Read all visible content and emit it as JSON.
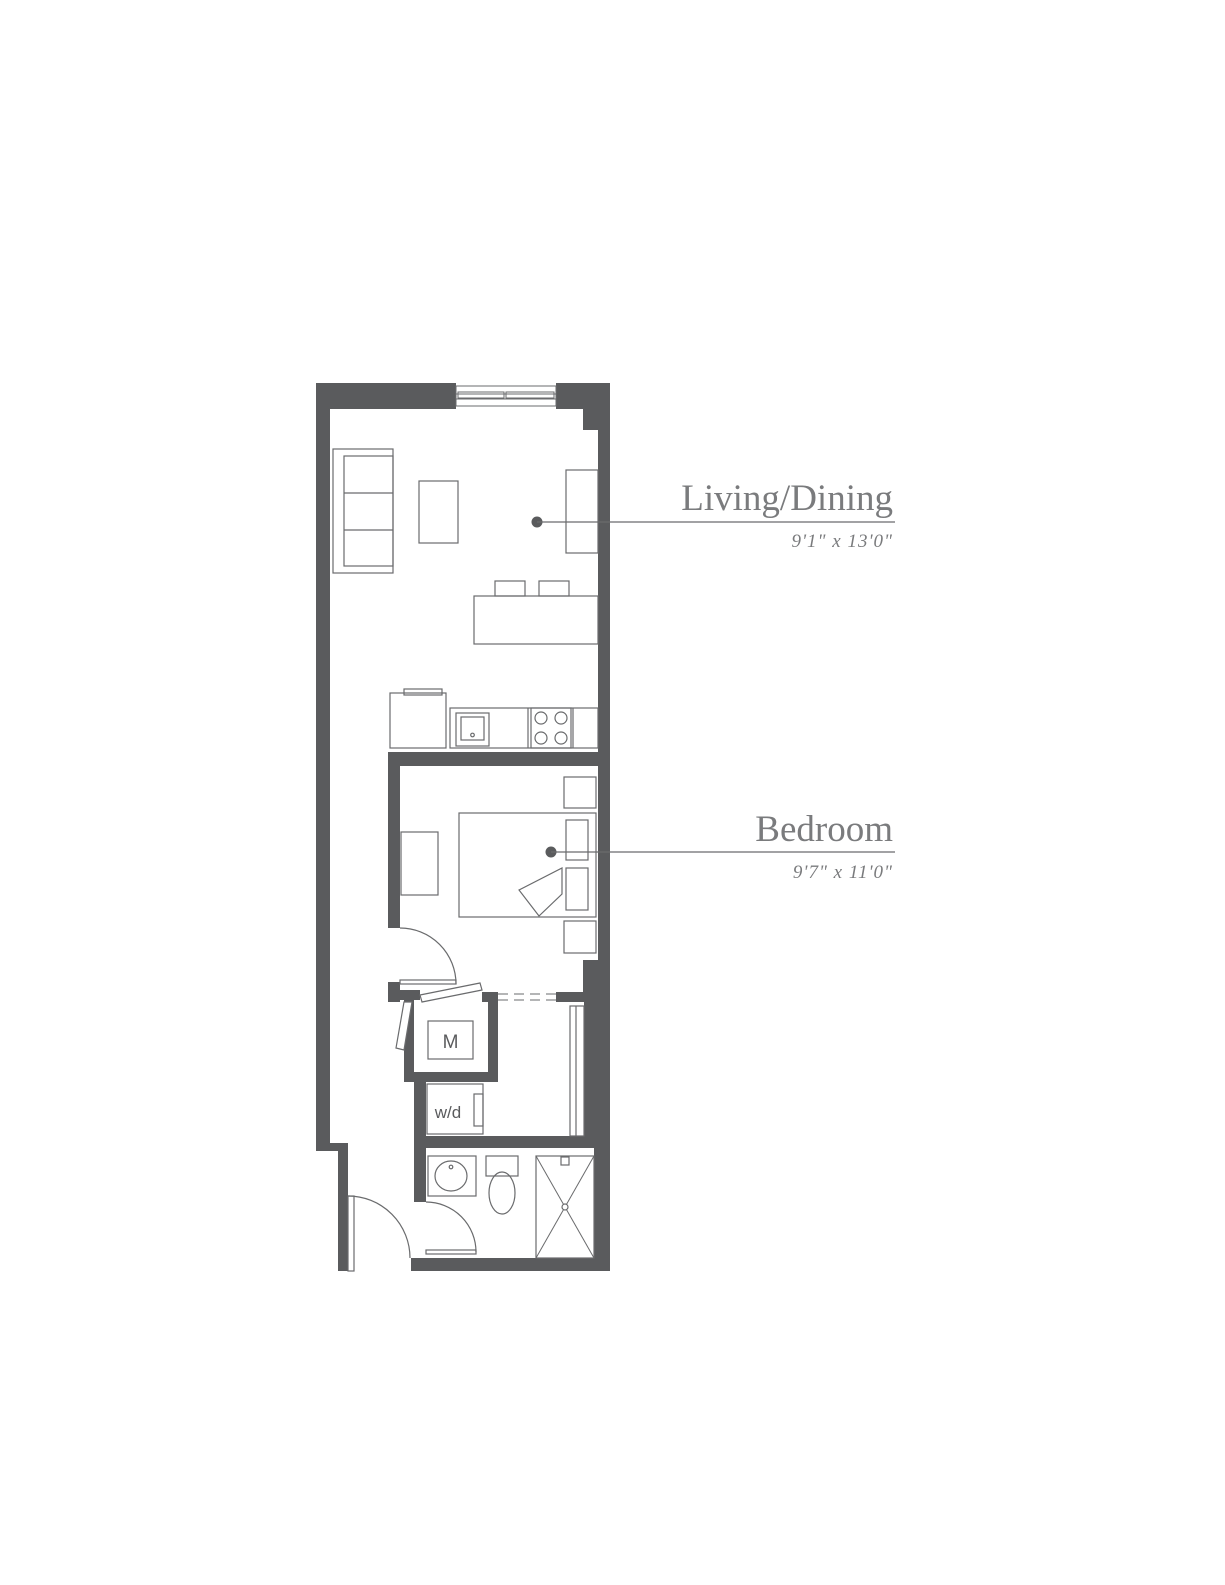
{
  "rooms": [
    {
      "name": "Living/Dining",
      "dims": "9'1\" x 13'0\""
    },
    {
      "name": "Bedroom",
      "dims": "9'7\" x 11'0\""
    }
  ],
  "fixtures": {
    "mechanical": "M",
    "washer_dryer": "w/d"
  },
  "colors": {
    "wall": "#5a5b5d",
    "line": "#6a6b6d",
    "label": "#7a7b7d"
  }
}
